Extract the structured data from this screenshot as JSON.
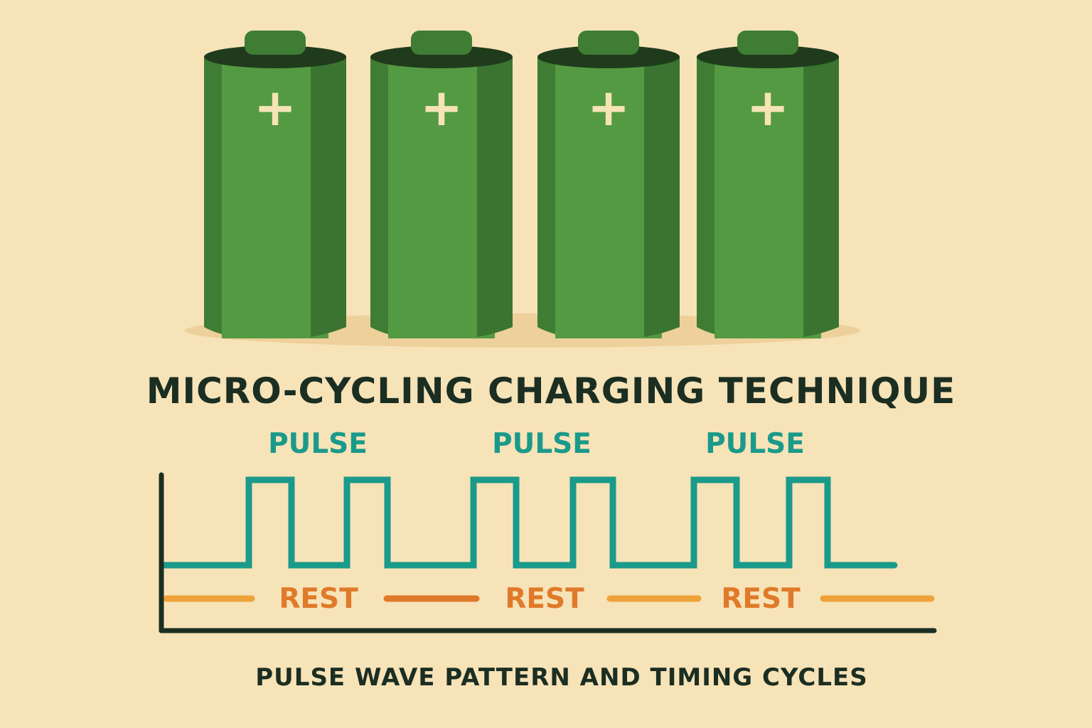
{
  "title": "MICRO-CYCLING CHARGING TECHNIQUE",
  "caption": "PULSE WAVE PATTERN AND TIMING CYCLES",
  "batteries": [
    {
      "symbol": "+"
    },
    {
      "symbol": "+"
    },
    {
      "symbol": "+"
    },
    {
      "symbol": "+"
    }
  ],
  "pulse_labels": [
    "PULSE",
    "PULSE",
    "PULSE"
  ],
  "rest_labels": [
    "REST",
    "REST",
    "REST"
  ],
  "colors": {
    "background": "#f7e3b8",
    "shadow": "#eed09a",
    "battery_body": "#4a8c3a",
    "battery_light": "#549a42",
    "battery_dark": "#3b7430",
    "battery_top": "#1f3b1c",
    "battery_cap": "#3f7d34",
    "plus": "#f6e4b6",
    "title": "#1b2e22",
    "pulse": "#1a9a8a",
    "rest_text": "#e07a2a",
    "rest_line": "#eea33a",
    "rest_line_alt": "#e0792a",
    "axis": "#1b2e22"
  }
}
